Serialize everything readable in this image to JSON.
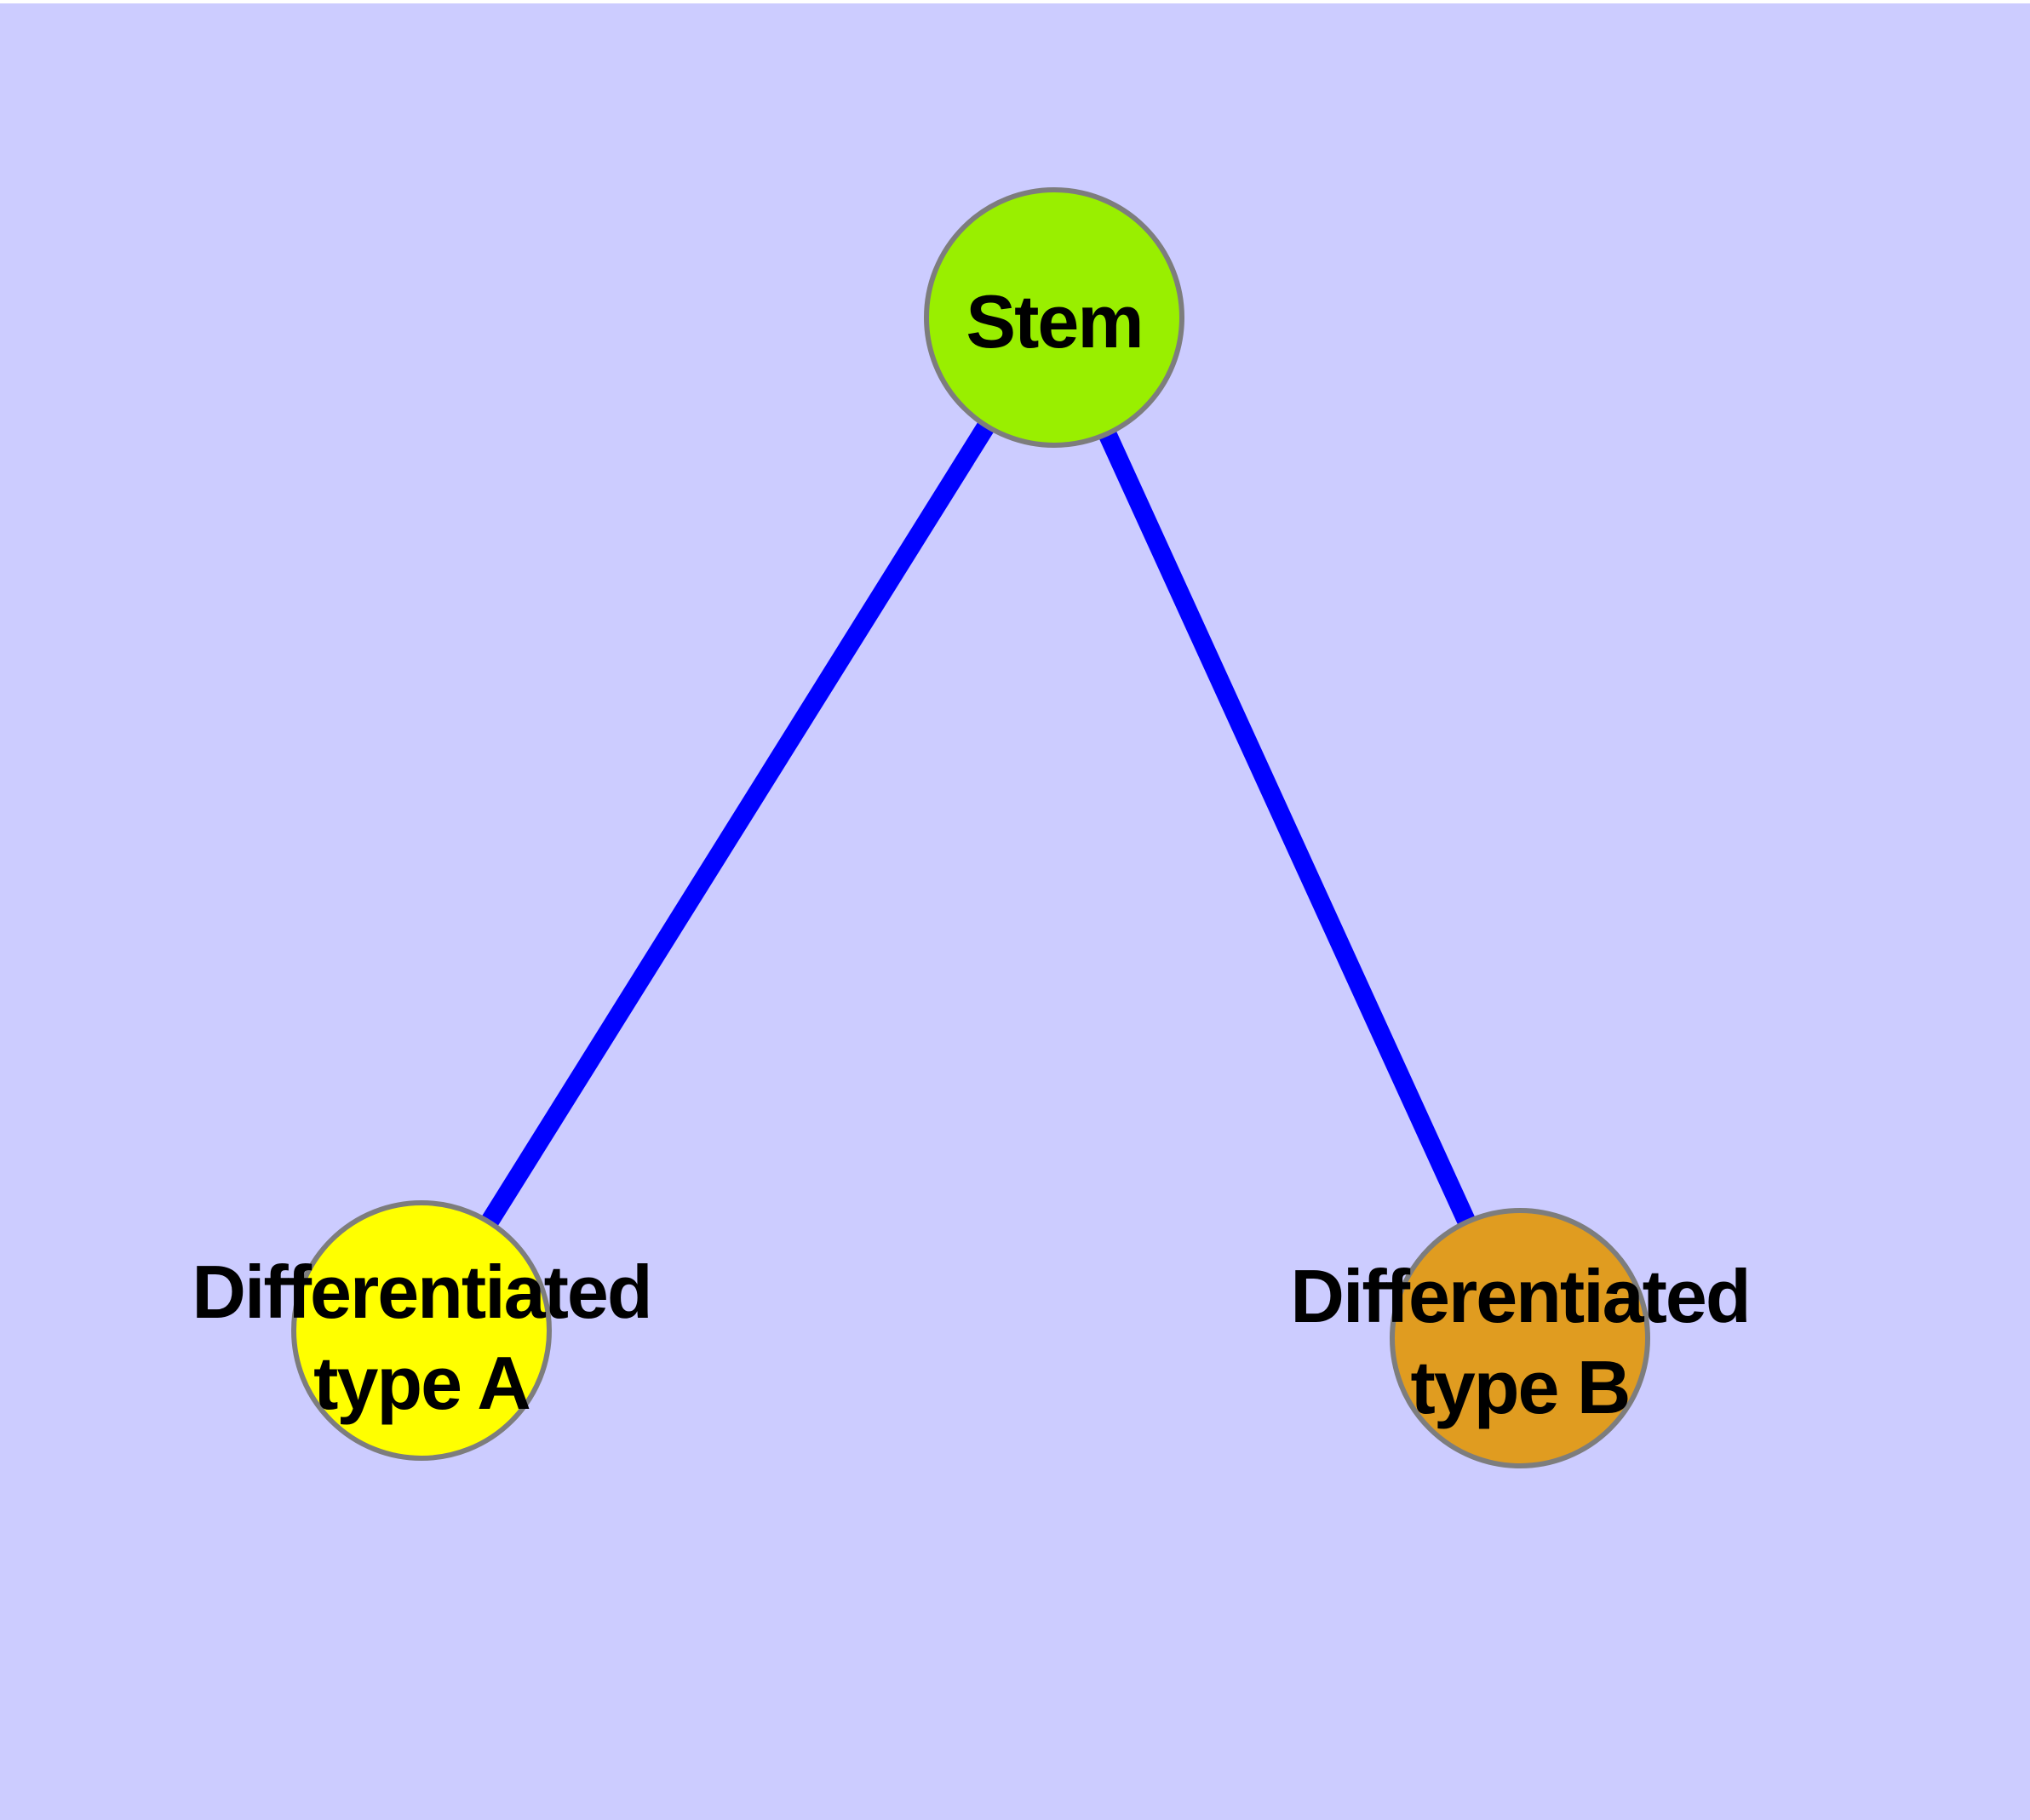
{
  "canvas": {
    "background_color": "#CCCCFF",
    "top_margin_color": "#FFFFFF"
  },
  "graph": {
    "label_color": "#000000",
    "node_border_color": "#7D7D7D",
    "nodes": [
      {
        "id": "stem",
        "label": "Stem",
        "fill": "#99EF00"
      },
      {
        "id": "differentiated-type-a",
        "label": "Differentiated type A",
        "label_line1": "Differentiated",
        "label_line2": "type A",
        "fill": "#FFFF00"
      },
      {
        "id": "differentiated-type-b",
        "label": "Differentiated type B",
        "label_line1": "Differentiated",
        "label_line2": "type B",
        "fill": "#E09C20"
      }
    ],
    "edges": [
      {
        "from": "Stem",
        "to": "Differentiated type A",
        "color": "#0000FF"
      },
      {
        "from": "Stem",
        "to": "Differentiated type B",
        "color": "#0000FF"
      }
    ]
  }
}
